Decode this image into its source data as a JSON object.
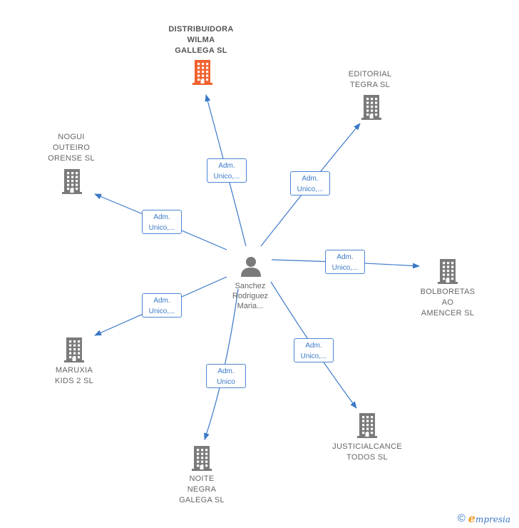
{
  "colors": {
    "edge": "#3a78c8",
    "building_default": "#7a7a7a",
    "building_highlight": "#f0622f",
    "person": "#7a7a7a"
  },
  "center": {
    "name": "Sanchez\nRodriguez\nMaria..."
  },
  "companies": [
    {
      "id": "distribuidora",
      "name": "DISTRIBUIDORA\nWILMA\nGALLEGA  SL",
      "highlight": true,
      "icon": "building-icon"
    },
    {
      "id": "editorial",
      "name": "EDITORIAL\nTEGRA  SL",
      "highlight": false,
      "icon": "building-icon"
    },
    {
      "id": "nogui",
      "name": "NOGUI\nOUTEIRO\nORENSE SL",
      "highlight": false,
      "icon": "building-icon"
    },
    {
      "id": "bolboretas",
      "name": "BOLBORETAS\nAO\nAMENCER  SL",
      "highlight": false,
      "icon": "building-icon"
    },
    {
      "id": "maruxia",
      "name": "MARUXIA\nKIDS 2  SL",
      "highlight": false,
      "icon": "building-icon"
    },
    {
      "id": "justicialcance",
      "name": "JUSTICIALCANCE\nTODOS  SL",
      "highlight": false,
      "icon": "building-icon"
    },
    {
      "id": "noite",
      "name": "NOITE\nNEGRA\nGALEGA  SL",
      "highlight": false,
      "icon": "building-icon"
    }
  ],
  "edges": [
    {
      "to": "distribuidora",
      "label": "Adm.\nUnico,..."
    },
    {
      "to": "editorial",
      "label": "Adm.\nUnico,..."
    },
    {
      "to": "nogui",
      "label": "Adm.\nUnico,..."
    },
    {
      "to": "bolboretas",
      "label": "Adm.\nUnico,..."
    },
    {
      "to": "maruxia",
      "label": "Adm.\nUnico,..."
    },
    {
      "to": "justicialcance",
      "label": "Adm.\nUnico,..."
    },
    {
      "to": "noite",
      "label": "Adm.\nUnico"
    }
  ],
  "footer": {
    "copyright": "©",
    "brand_initial": "e",
    "brand_rest": "mpresia"
  }
}
